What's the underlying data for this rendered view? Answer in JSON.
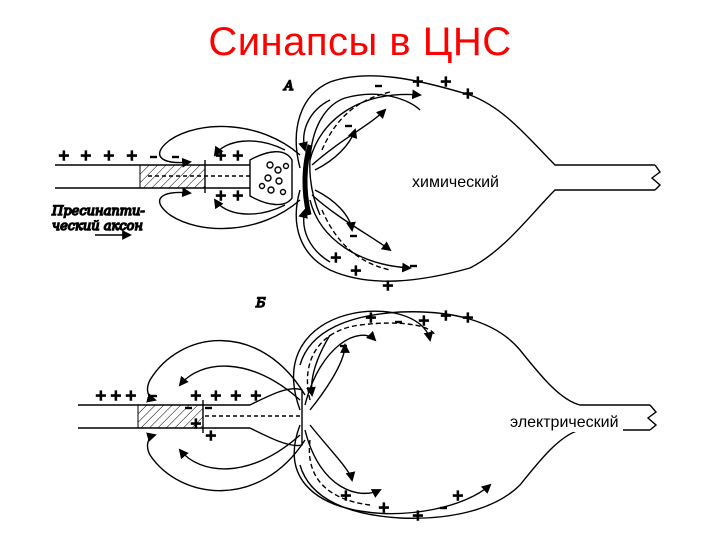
{
  "title": "Синапсы в ЦНС",
  "panels": {
    "a": {
      "letter": "А",
      "label": "химический"
    },
    "b": {
      "letter": "Б",
      "label": "электрический"
    }
  },
  "axon_caption": [
    "Пресинапти-",
    "ческий аксон"
  ],
  "colors": {
    "title": "#ff0000",
    "ink": "#000000"
  }
}
